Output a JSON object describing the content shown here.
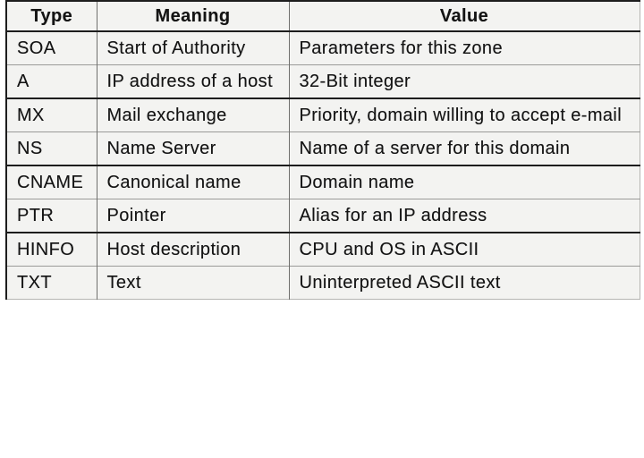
{
  "table": {
    "columns": [
      {
        "key": "type",
        "label": "Type"
      },
      {
        "key": "meaning",
        "label": "Meaning"
      },
      {
        "key": "value",
        "label": "Value"
      }
    ],
    "rows": [
      {
        "type": "SOA",
        "meaning": "Start of Authority",
        "value": "Parameters for this zone"
      },
      {
        "type": "A",
        "meaning": "IP address of a host",
        "value": "32-Bit integer"
      },
      {
        "type": "MX",
        "meaning": "Mail exchange",
        "value": "Priority, domain willing to accept e-mail"
      },
      {
        "type": "NS",
        "meaning": "Name Server",
        "value": "Name of a server for this domain"
      },
      {
        "type": "CNAME",
        "meaning": "Canonical name",
        "value": "Domain name"
      },
      {
        "type": "PTR",
        "meaning": "Pointer",
        "value": "Alias for an IP address"
      },
      {
        "type": "HINFO",
        "meaning": "Host description",
        "value": "CPU and OS in ASCII"
      },
      {
        "type": "TXT",
        "meaning": "Text",
        "value": "Uninterpreted ASCII text"
      }
    ],
    "colors": {
      "cell_background": "#f3f3f1",
      "thick_border": "#1d1d1d",
      "thin_border": "#9a9a98",
      "light_border": "#b4b4b2",
      "text": "#141414",
      "page_background": "#ffffff"
    }
  }
}
